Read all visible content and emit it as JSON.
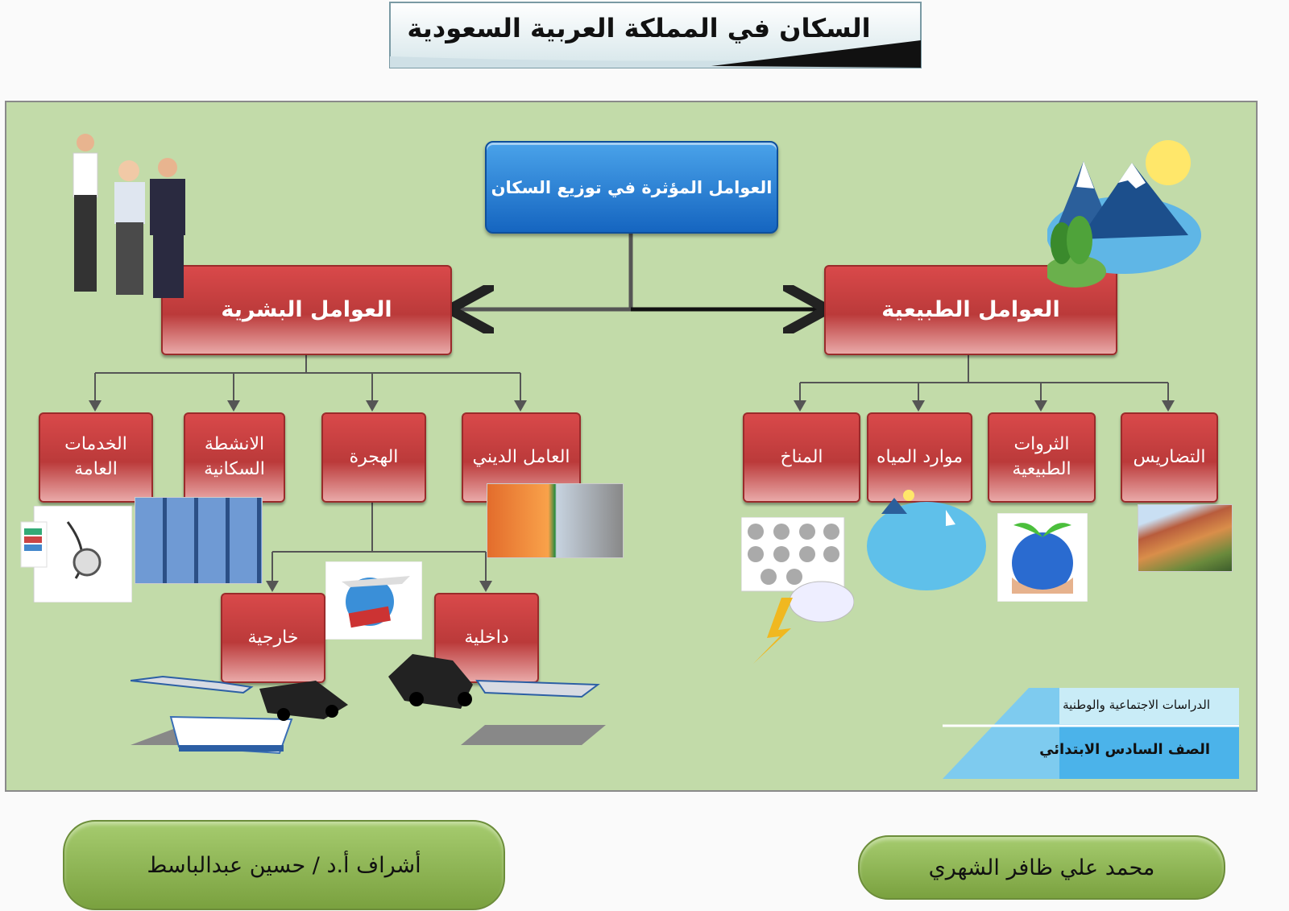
{
  "title": "السكان في المملكة العربية السعودية",
  "root": "العوامل المؤثرة في توزيع السكان",
  "human": {
    "label": "العوامل البشرية",
    "children": [
      "الخدمات العامة",
      "الانشطة السكانية",
      "الهجرة",
      "العامل الديني"
    ],
    "migration_children": [
      "خارجية",
      "داخلية"
    ]
  },
  "natural": {
    "label": "العوامل الطبيعية",
    "children": [
      "المناخ",
      "موارد المياه",
      "الثروات الطبيعية",
      "التضاريس"
    ]
  },
  "subject": {
    "course": "الدراسات الاجتماعية والوطنية",
    "grade": "الصف السادس الابتدائي"
  },
  "supervisor": "أشراف أ.د / حسين عبدالباسط",
  "author": "محمد علي ظافر الشهري",
  "colors": {
    "panel": "#c2dba9",
    "root_blue": "#1e7fd8",
    "node_red": "#c94040",
    "footer_green": "#8fb856",
    "subject_blue": "#4bb3ea"
  }
}
